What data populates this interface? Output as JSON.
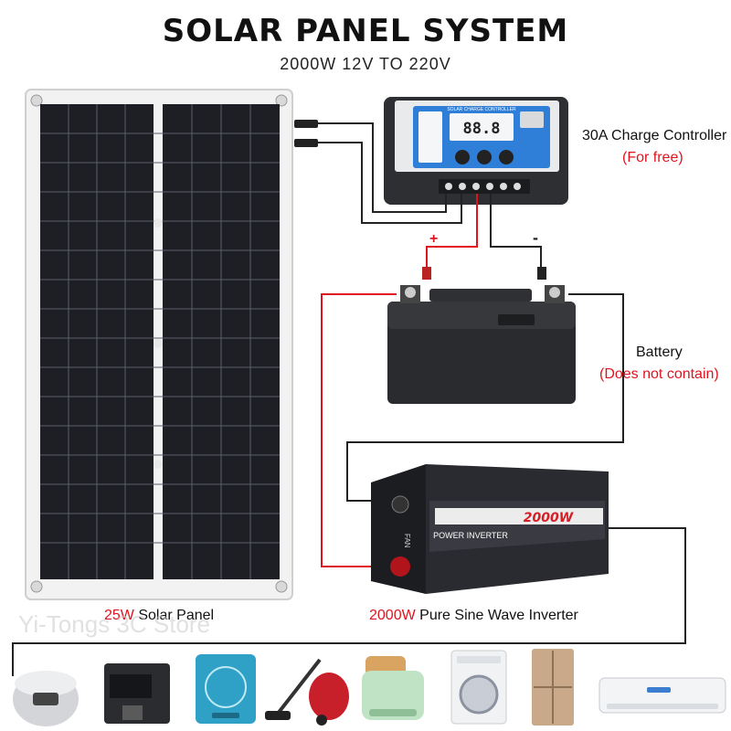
{
  "header": {
    "title": "SOLAR PANEL SYSTEM",
    "subtitle": "2000W 12V TO 220V"
  },
  "components": {
    "controller": {
      "label": "30A Charge Controller",
      "note": "(For free)",
      "device_text": "SOLAR CHARGE CONTROLLER",
      "display": "88.8"
    },
    "battery": {
      "label": "Battery",
      "note": "(Does not contain)"
    },
    "panel": {
      "watt": "25W",
      "label": "Solar Panel"
    },
    "inverter": {
      "watt": "2000W",
      "label": "Pure Sine Wave Inverter",
      "device_title": "2000W",
      "device_sub": "POWER INVERTER",
      "fan": "FAN"
    }
  },
  "wiring": {
    "plus": "+",
    "minus": "-"
  },
  "watermark": "Yi-Tongs 3C Store",
  "appliances": [
    {
      "icon": "rice-cooker-icon"
    },
    {
      "icon": "coffee-machine-icon"
    },
    {
      "icon": "induction-cooker-icon"
    },
    {
      "icon": "vacuum-cleaner-icon"
    },
    {
      "icon": "toaster-icon"
    },
    {
      "icon": "washing-machine-icon"
    },
    {
      "icon": "refrigerator-icon"
    },
    {
      "icon": "air-conditioner-icon"
    }
  ],
  "colors": {
    "positive_wire": "#e0141e",
    "negative_wire": "#222222",
    "accent_text": "#e0141e"
  }
}
